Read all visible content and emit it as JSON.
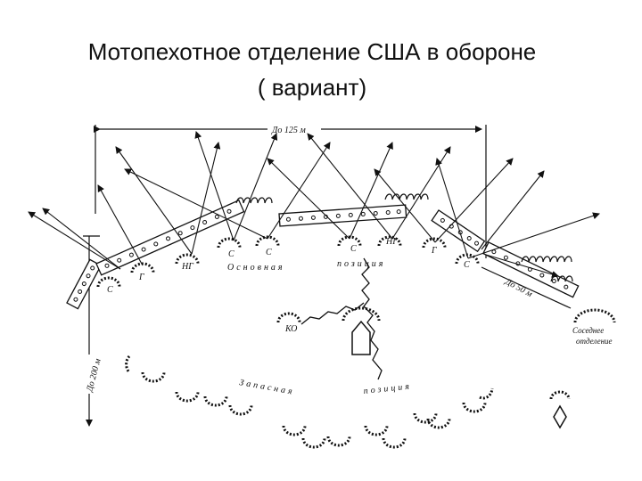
{
  "title": {
    "line1": "Мотопехотное отделение США в обороне",
    "line2": "( вариант)"
  },
  "labels": {
    "width_dim": "До 125 м",
    "depth_dim": "До 200 м",
    "side_dim": "До 50 м",
    "main_position": "Основная позиция",
    "reserve_position": "Запасная позиция",
    "neighbor_squad": "Соседнее отделение",
    "nco": "КО",
    "tag_s": "С",
    "tag_g": "Г",
    "tag_ng": "НГ"
  },
  "colors": {
    "ink": "#111111",
    "background": "#ffffff"
  }
}
